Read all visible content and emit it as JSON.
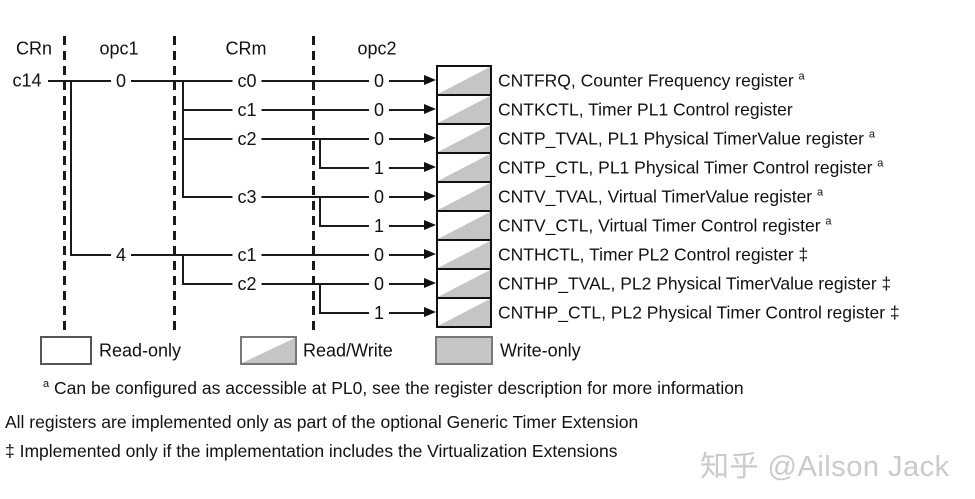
{
  "columns": [
    "CRn",
    "opc1",
    "CRm",
    "opc2"
  ],
  "root": "c14",
  "rows": [
    {
      "opc1": "0",
      "crm": "c0",
      "opc2": "0",
      "label": "CNTFRQ, Counter Frequency register",
      "note": "a",
      "access": "read-write"
    },
    {
      "opc1": null,
      "crm": "c1",
      "opc2": "0",
      "label": "CNTKCTL, Timer PL1 Control register",
      "note": "",
      "access": "read-write"
    },
    {
      "opc1": null,
      "crm": "c2",
      "opc2": "0",
      "label": "CNTP_TVAL, PL1 Physical TimerValue register",
      "note": "a",
      "access": "read-write"
    },
    {
      "opc1": null,
      "crm": null,
      "opc2": "1",
      "label": "CNTP_CTL, PL1 Physical Timer Control register",
      "note": "a",
      "access": "read-write"
    },
    {
      "opc1": null,
      "crm": "c3",
      "opc2": "0",
      "label": "CNTV_TVAL, Virtual TimerValue register",
      "note": "a",
      "access": "read-write"
    },
    {
      "opc1": null,
      "crm": null,
      "opc2": "1",
      "label": "CNTV_CTL, Virtual Timer Control register",
      "note": "a",
      "access": "read-write"
    },
    {
      "opc1": "4",
      "crm": "c1",
      "opc2": "0",
      "label": "CNTHCTL, Timer PL2 Control register",
      "note": "‡",
      "access": "read-write"
    },
    {
      "opc1": null,
      "crm": "c2",
      "opc2": "0",
      "label": "CNTHP_TVAL, PL2 Physical TimerValue register",
      "note": "‡",
      "access": "read-write"
    },
    {
      "opc1": null,
      "crm": null,
      "opc2": "1",
      "label": "CNTHP_CTL, PL2 Physical Timer Control register",
      "note": "‡",
      "access": "read-write"
    }
  ],
  "legend": [
    {
      "label": "Read-only",
      "access": "read-only"
    },
    {
      "label": "Read/Write",
      "access": "read-write"
    },
    {
      "label": "Write-only",
      "access": "write-only"
    }
  ],
  "footnote": {
    "marker": "a",
    "text": "Can be configured as accessible at PL0, see the register description for more information"
  },
  "notes": [
    "All registers are implemented only as part of the optional Generic Timer Extension",
    "‡ Implemented only if the implementation includes the Virtualization Extensions"
  ],
  "watermark": "知乎 @Ailson Jack",
  "colors": {
    "fill_gray": "#c5c5c5",
    "line": "#1a1a1a"
  }
}
